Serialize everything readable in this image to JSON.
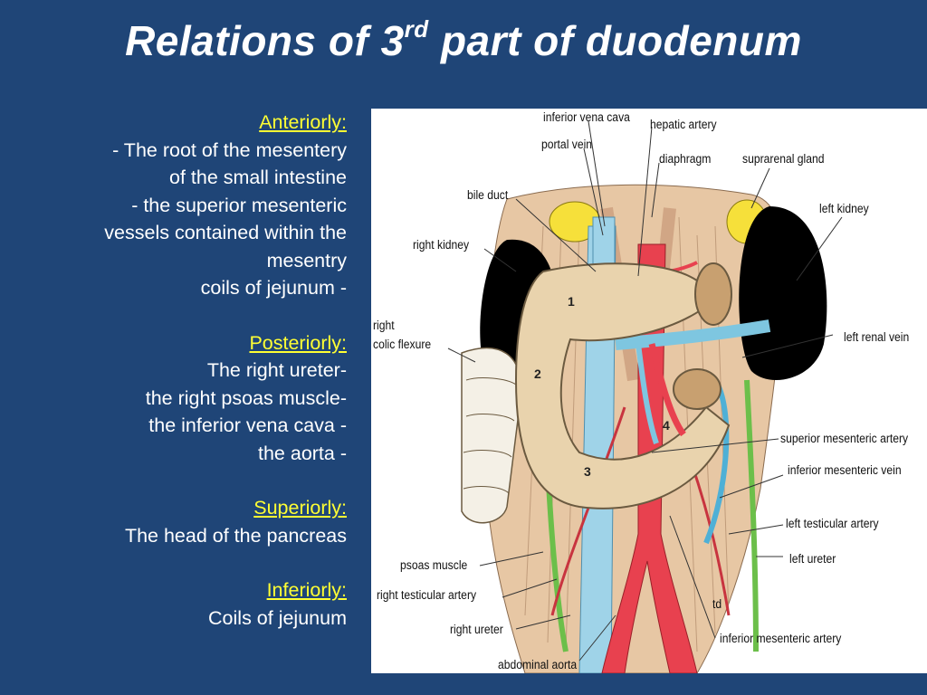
{
  "title": {
    "main": "Relations of 3",
    "sup": "rd",
    "rest": " part of duodenum"
  },
  "text_block": {
    "anteriorly": {
      "heading": "Anteriorly:",
      "lines": [
        "-  The root of the mesentery",
        "of the small intestine",
        "-  the superior mesenteric",
        "vessels contained within the",
        "mesentry",
        "coils of jejunum -"
      ]
    },
    "posteriorly": {
      "heading": "Posteriorly: ",
      "lines": [
        "The right ureter-",
        "the right psoas muscle-",
        "the inferior vena cava -",
        "the aorta -"
      ]
    },
    "superiorly": {
      "heading": "Superiorly: ",
      "lines": [
        "The head of the pancreas"
      ]
    },
    "inferiorly": {
      "heading": "Inferiorly: ",
      "lines": [
        "Coils of jejunum"
      ]
    }
  },
  "figure": {
    "labels": {
      "inferior_vena_cava": "inferior vena cava",
      "hepatic_artery": "hepatic artery",
      "portal_vein": "portal vein",
      "diaphragm": "diaphragm",
      "suprarenal_gland": "suprarenal gland",
      "bile_duct": "bile duct",
      "left_kidney": "left kidney",
      "right_kidney": "right kidney",
      "right_colic_flexure_1": "right",
      "right_colic_flexure_2": "colic flexure",
      "left_renal_vein": "left renal vein",
      "superior_mesenteric_artery": "superior mesenteric artery",
      "inferior_mesenteric_vein": "inferior mesenteric vein",
      "left_testicular_artery": "left testicular artery",
      "left_ureter": "left ureter",
      "psoas_muscle": "psoas muscle",
      "right_testicular_artery": "right testicular artery",
      "right_ureter": "right ureter",
      "inferior_mesenteric_artery": "inferior mesenteric artery",
      "abdominal_aorta": "abdominal aorta",
      "td": "td"
    },
    "part_numbers": {
      "p1": "1",
      "p2": "2",
      "p3": "3",
      "p4": "4"
    }
  },
  "colors": {
    "background": "#1f4577",
    "heading": "#ffff33",
    "text": "#ffffff",
    "aorta": "#e8414f",
    "ivc": "#9fd3e8",
    "duodenum": "#e9d3ad",
    "kidney": "#000000",
    "ureter": "#6cbf4a"
  }
}
